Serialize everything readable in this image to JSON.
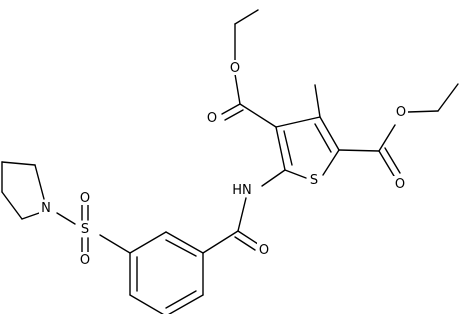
{
  "colors": {
    "background": "#ffffff",
    "bond": "#000000",
    "label": "#000000"
  },
  "atoms": {
    "o_ester1_single": "O",
    "o_ester1_double": "O",
    "o_ester2_single": "O",
    "o_ester2_double": "O",
    "nh": "HN",
    "s_thiophene": "S",
    "o_amide": "O",
    "n_pyrrolidine": "N",
    "s_sulfonyl": "S",
    "o_sulfonyl_top": "O",
    "o_sulfonyl_bottom": "O"
  }
}
